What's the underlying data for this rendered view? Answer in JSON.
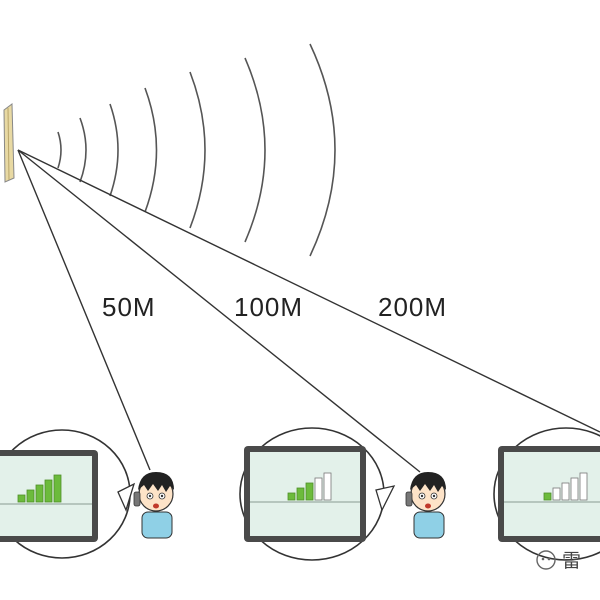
{
  "diagram": {
    "distance_labels": [
      "50M",
      "100M",
      "200M"
    ],
    "signal_strength_bars_lit": [
      5,
      3,
      1
    ],
    "signal_strength_bars_total": 5,
    "colors": {
      "bar_lit": "#6cbb3c",
      "bar_unlit": "#ffffff",
      "line": "#333333",
      "antenna": "#e8d9a3"
    }
  },
  "watermark": {
    "text": "雷"
  }
}
